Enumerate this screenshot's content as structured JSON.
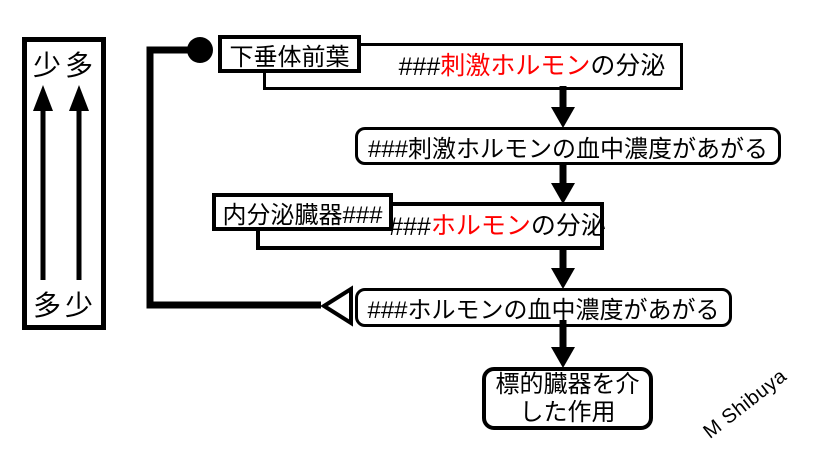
{
  "diagram": {
    "title_semantic": "hormone-negative-feedback-flowchart",
    "colors": {
      "background": "#ffffff",
      "line": "#000000",
      "highlight_red": "#ff0000",
      "box_fill": "#ffffff"
    },
    "gauge": {
      "top_left": "少",
      "top_right": "多",
      "bottom_left": "多",
      "bottom_right": "少"
    },
    "nodes": {
      "pituitary": {
        "label": "下垂体前葉"
      },
      "stim_hormone_secretion": {
        "prefix": "###",
        "highlight": "刺激ホルモン",
        "suffix": "の分泌"
      },
      "stim_hormone_blood": {
        "label": "###刺激ホルモンの血中濃度があがる"
      },
      "endocrine_organ": {
        "label": "内分泌臓器###"
      },
      "hormone_secretion": {
        "prefix": "###",
        "highlight": "ホルモン",
        "suffix": "の分泌"
      },
      "hormone_blood": {
        "label": "###ホルモンの血中濃度があがる"
      },
      "target_action": {
        "line1": "標的臓器を介",
        "line2": "した作用"
      }
    },
    "signature": "M Shibuya"
  }
}
